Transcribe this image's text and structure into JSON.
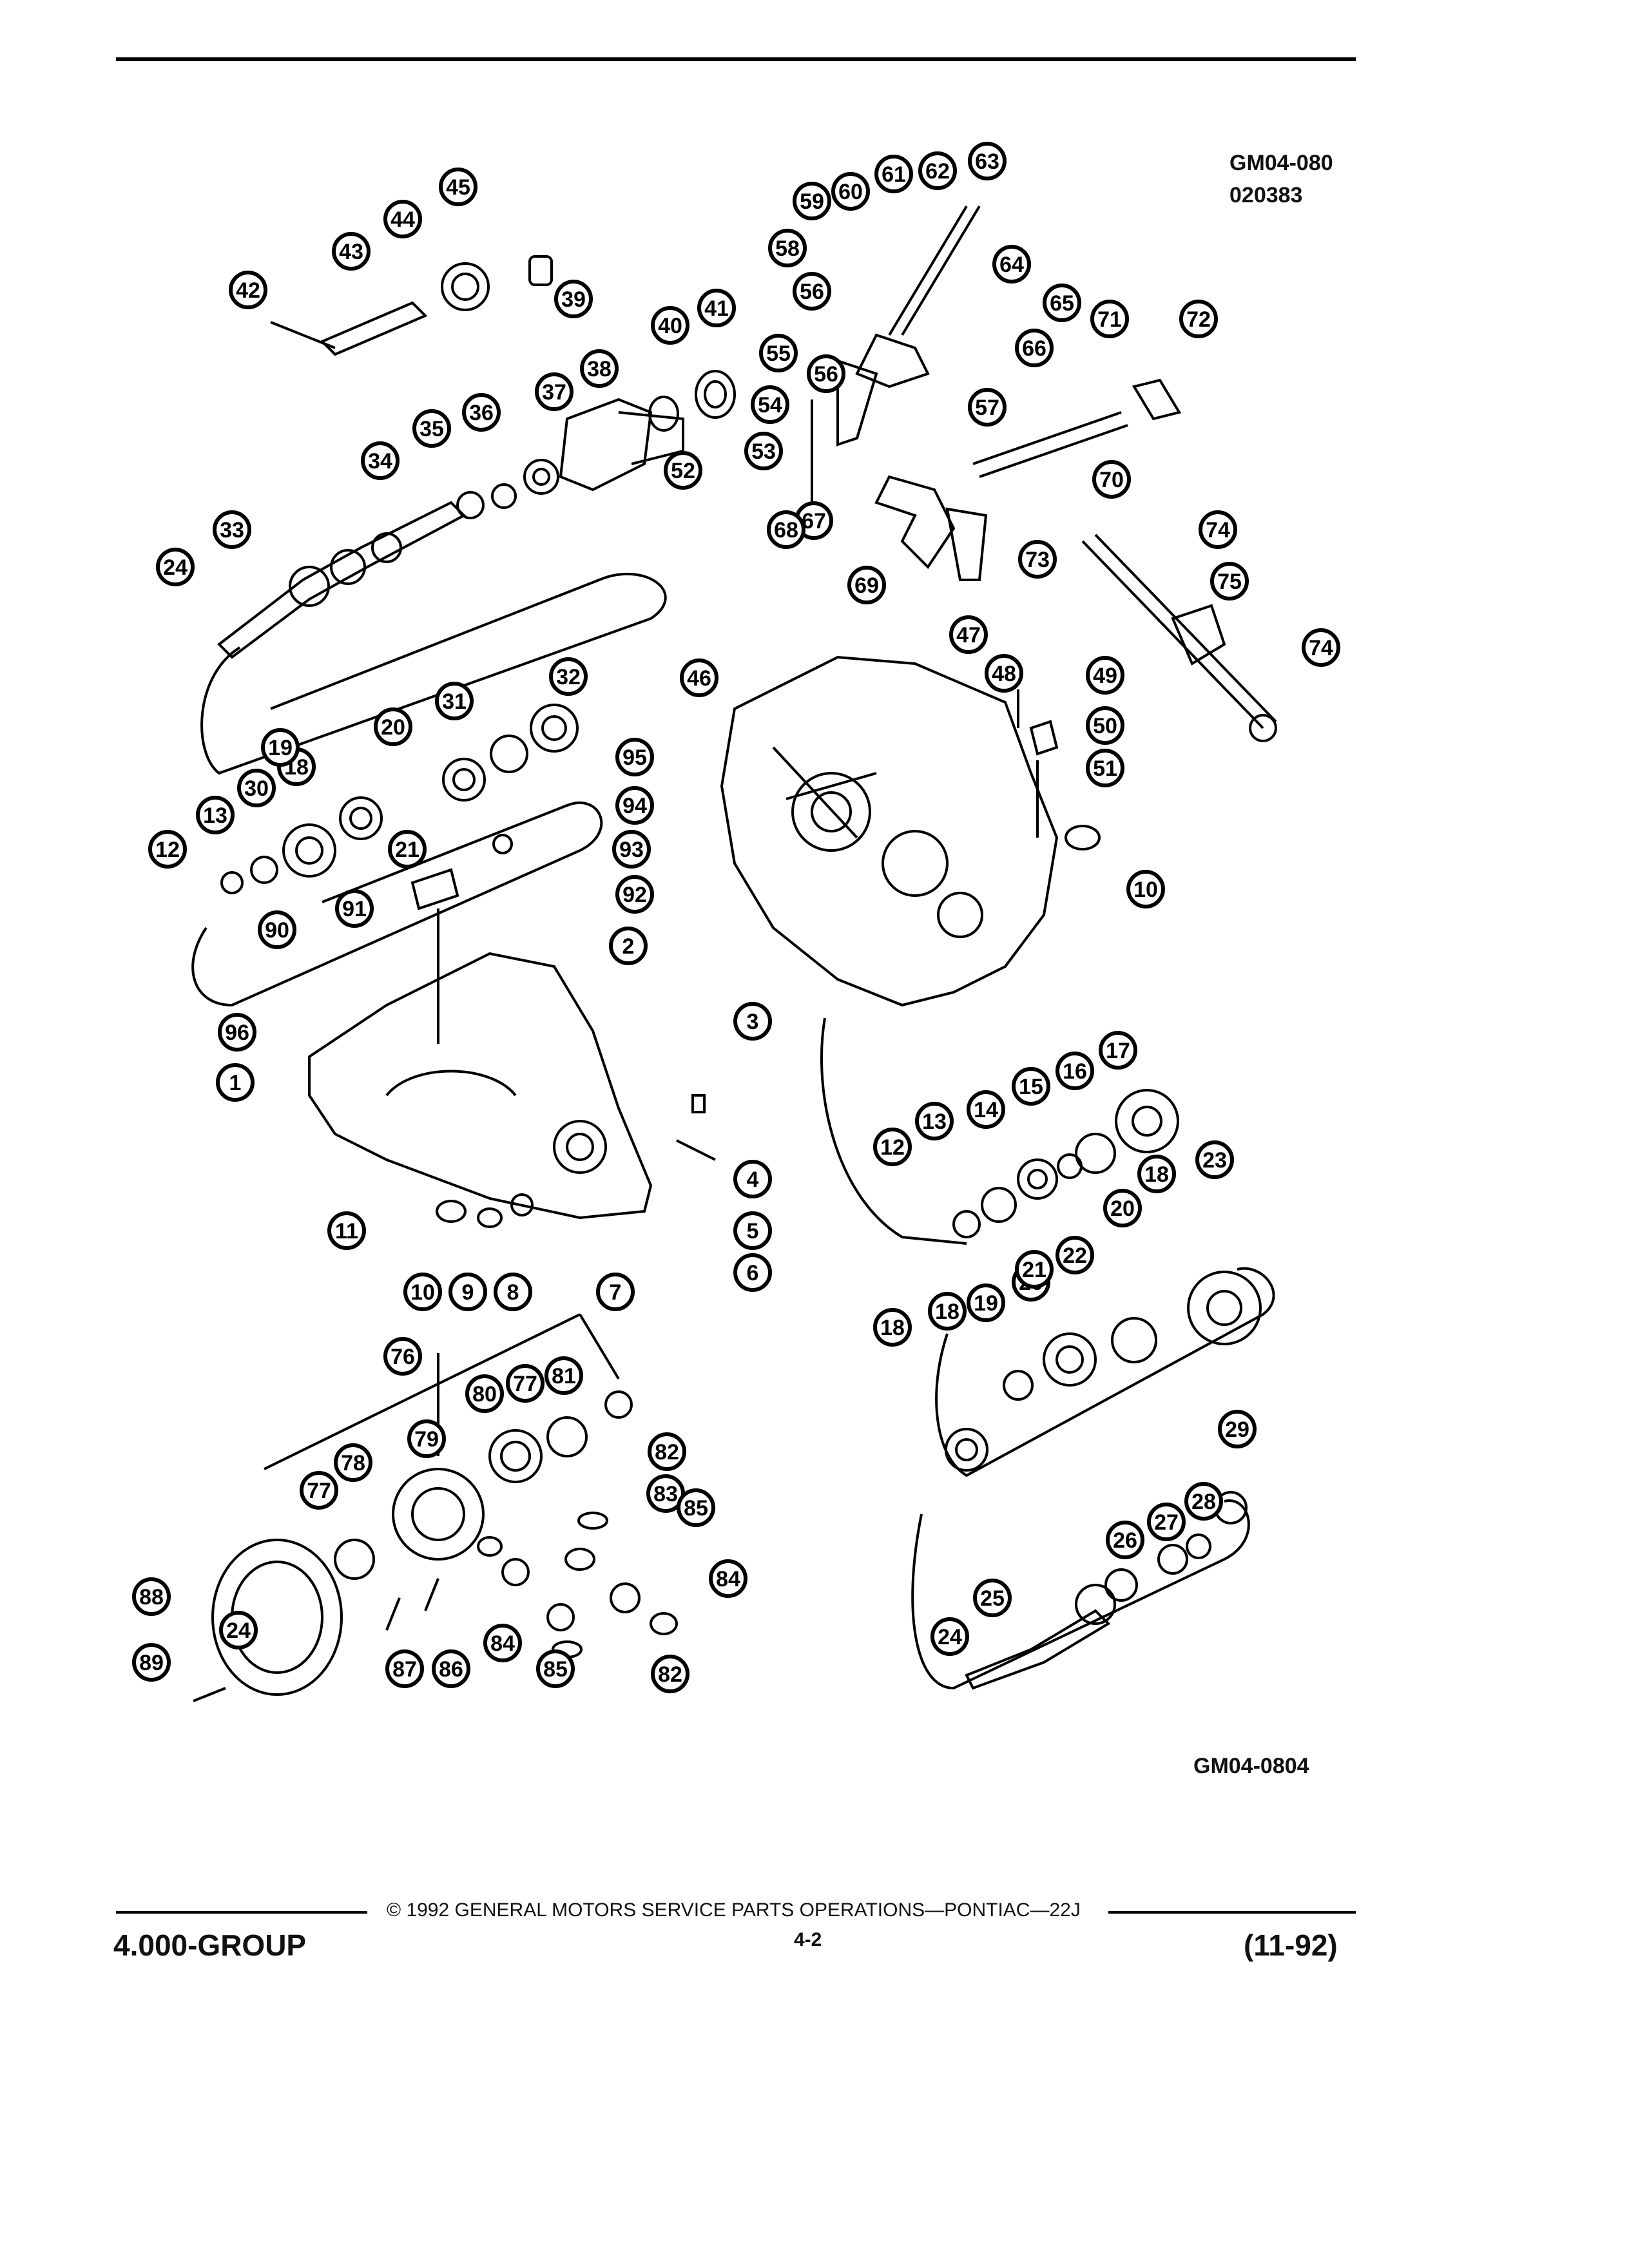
{
  "figure_codes": [
    "GM04-080",
    "020383",
    "GM04-0804"
  ],
  "footer": {
    "group": "4.000-GROUP",
    "copyright": "© 1992 GENERAL MOTORS SERVICE PARTS OPERATIONS—PONTIAC—22J",
    "page": "4-2",
    "date": "(11-92)"
  },
  "callouts": [
    "1",
    "2",
    "3",
    "4",
    "5",
    "6",
    "7",
    "8",
    "9",
    "10",
    "10",
    "11",
    "12",
    "12",
    "13",
    "13",
    "14",
    "15",
    "16",
    "17",
    "18",
    "18",
    "18",
    "18",
    "19",
    "19",
    "20",
    "20",
    "20",
    "21",
    "21",
    "22",
    "23",
    "24",
    "24",
    "24",
    "25",
    "26",
    "27",
    "28",
    "29",
    "30",
    "31",
    "32",
    "33",
    "34",
    "35",
    "36",
    "37",
    "38",
    "39",
    "40",
    "41",
    "42",
    "43",
    "44",
    "45",
    "46",
    "47",
    "48",
    "49",
    "50",
    "51",
    "52",
    "53",
    "54",
    "55",
    "56",
    "56",
    "57",
    "58",
    "59",
    "60",
    "61",
    "62",
    "63",
    "64",
    "65",
    "66",
    "67",
    "68",
    "69",
    "70",
    "71",
    "72",
    "73",
    "74",
    "74",
    "75",
    "76",
    "77",
    "77",
    "78",
    "79",
    "80",
    "81",
    "82",
    "82",
    "83",
    "84",
    "84",
    "85",
    "85",
    "86",
    "87",
    "88",
    "89",
    "90",
    "91",
    "92",
    "93",
    "94",
    "95",
    "96"
  ],
  "colors": {
    "ink": "#000000",
    "paper": "#ffffff"
  }
}
